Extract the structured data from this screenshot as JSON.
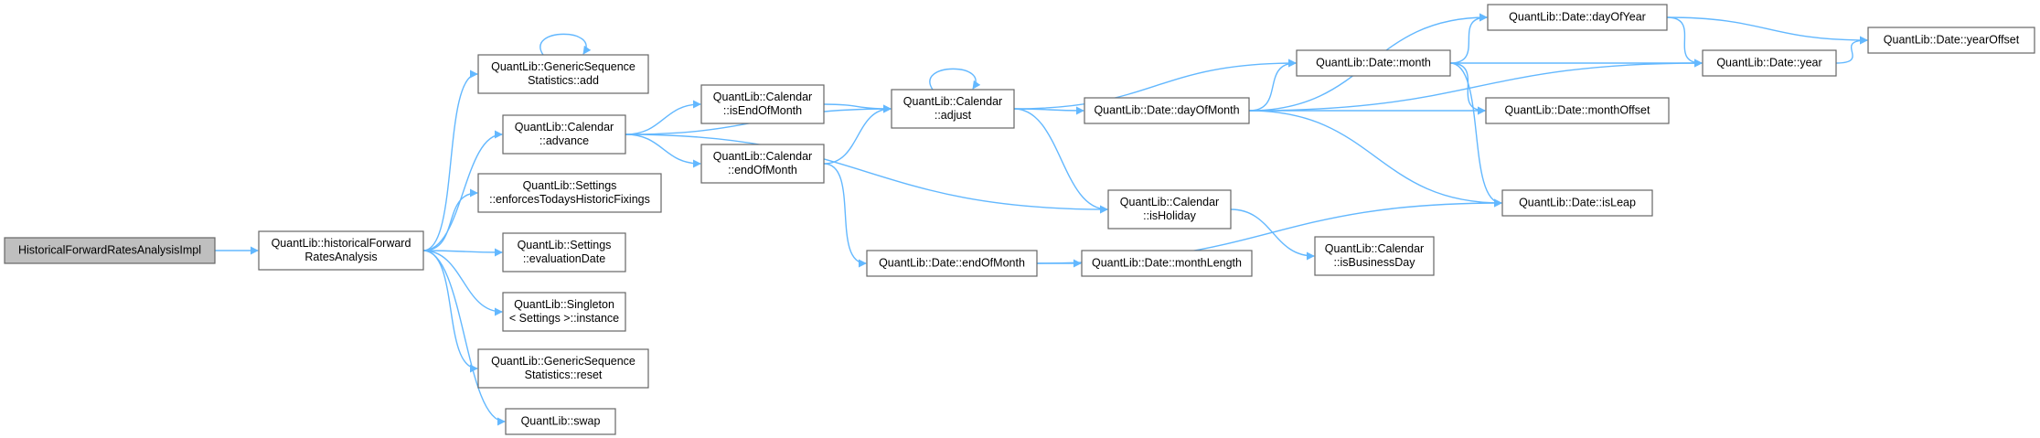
{
  "colors": {
    "edge": "#63b8ff",
    "root_fill": "#bfbfbf",
    "node_border": "#666666"
  },
  "nodes": [
    {
      "id": "n0",
      "lines": [
        "HistoricalForwardRatesAnalysisImpl"
      ],
      "root": true
    },
    {
      "id": "n1",
      "lines": [
        "QuantLib::historicalForward",
        "RatesAnalysis"
      ]
    },
    {
      "id": "n2",
      "lines": [
        "QuantLib::GenericSequence",
        "Statistics::add"
      ]
    },
    {
      "id": "n3",
      "lines": [
        "QuantLib::Calendar",
        "::advance"
      ]
    },
    {
      "id": "n4",
      "lines": [
        "QuantLib::Settings",
        "::enforcesTodaysHistoricFixings"
      ]
    },
    {
      "id": "n5",
      "lines": [
        "QuantLib::Settings",
        "::evaluationDate"
      ]
    },
    {
      "id": "n6",
      "lines": [
        "QuantLib::Singleton",
        "< Settings >::instance"
      ]
    },
    {
      "id": "n7",
      "lines": [
        "QuantLib::GenericSequence",
        "Statistics::reset"
      ]
    },
    {
      "id": "n8",
      "lines": [
        "QuantLib::swap"
      ]
    },
    {
      "id": "n9",
      "lines": [
        "QuantLib::Calendar",
        "::isEndOfMonth"
      ]
    },
    {
      "id": "n10",
      "lines": [
        "QuantLib::Calendar",
        "::endOfMonth"
      ]
    },
    {
      "id": "n11",
      "lines": [
        "QuantLib::Calendar",
        "::adjust"
      ]
    },
    {
      "id": "n12",
      "lines": [
        "QuantLib::Date::endOfMonth"
      ]
    },
    {
      "id": "n13",
      "lines": [
        "QuantLib::Date::dayOfMonth"
      ]
    },
    {
      "id": "n14",
      "lines": [
        "QuantLib::Calendar",
        "::isHoliday"
      ]
    },
    {
      "id": "n15",
      "lines": [
        "QuantLib::Date::monthLength"
      ]
    },
    {
      "id": "n16",
      "lines": [
        "QuantLib::Date::month"
      ]
    },
    {
      "id": "n17",
      "lines": [
        "QuantLib::Calendar",
        "::isBusinessDay"
      ]
    },
    {
      "id": "n18",
      "lines": [
        "QuantLib::Date::dayOfYear"
      ]
    },
    {
      "id": "n19",
      "lines": [
        "QuantLib::Date::monthOffset"
      ]
    },
    {
      "id": "n20",
      "lines": [
        "QuantLib::Date::isLeap"
      ]
    },
    {
      "id": "n21",
      "lines": [
        "QuantLib::Date::year"
      ]
    },
    {
      "id": "n22",
      "lines": [
        "QuantLib::Date::yearOffset"
      ]
    }
  ],
  "edges": [
    {
      "from": "n0",
      "to": "n1"
    },
    {
      "from": "n1",
      "to": "n2"
    },
    {
      "from": "n1",
      "to": "n3"
    },
    {
      "from": "n1",
      "to": "n4"
    },
    {
      "from": "n1",
      "to": "n5"
    },
    {
      "from": "n1",
      "to": "n6"
    },
    {
      "from": "n1",
      "to": "n7"
    },
    {
      "from": "n1",
      "to": "n8"
    },
    {
      "from": "n2",
      "to": "n2",
      "self": true
    },
    {
      "from": "n3",
      "to": "n9"
    },
    {
      "from": "n3",
      "to": "n10"
    },
    {
      "from": "n3",
      "to": "n11"
    },
    {
      "from": "n3",
      "to": "n14"
    },
    {
      "from": "n9",
      "to": "n11"
    },
    {
      "from": "n10",
      "to": "n11"
    },
    {
      "from": "n10",
      "to": "n12"
    },
    {
      "from": "n11",
      "to": "n11",
      "self": true
    },
    {
      "from": "n11",
      "to": "n13"
    },
    {
      "from": "n11",
      "to": "n16"
    },
    {
      "from": "n11",
      "to": "n14"
    },
    {
      "from": "n12",
      "to": "n15"
    },
    {
      "from": "n12",
      "to": "n20"
    },
    {
      "from": "n13",
      "to": "n18"
    },
    {
      "from": "n13",
      "to": "n16"
    },
    {
      "from": "n13",
      "to": "n19"
    },
    {
      "from": "n13",
      "to": "n21"
    },
    {
      "from": "n13",
      "to": "n20"
    },
    {
      "from": "n14",
      "to": "n17"
    },
    {
      "from": "n16",
      "to": "n18"
    },
    {
      "from": "n16",
      "to": "n21"
    },
    {
      "from": "n16",
      "to": "n19"
    },
    {
      "from": "n16",
      "to": "n20"
    },
    {
      "from": "n18",
      "to": "n21"
    },
    {
      "from": "n18",
      "to": "n22"
    },
    {
      "from": "n21",
      "to": "n22"
    }
  ]
}
